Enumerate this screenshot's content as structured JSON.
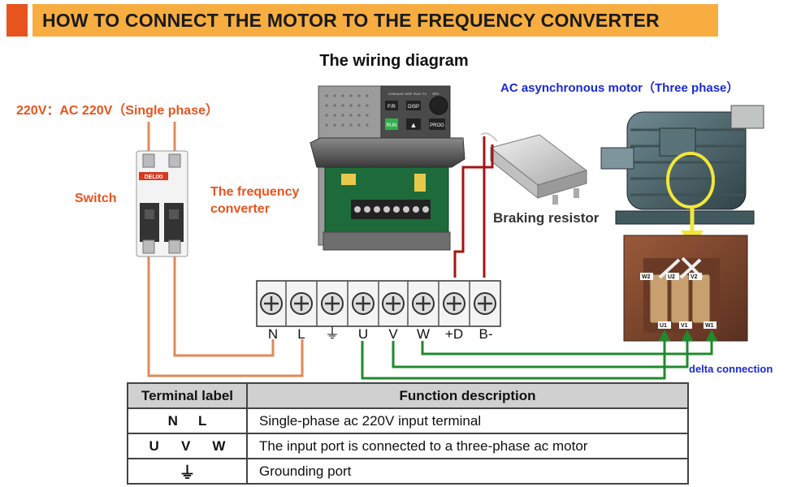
{
  "banner": {
    "title": "HOW TO CONNECT THE MOTOR TO THE FREQUENCY CONVERTER",
    "bar_color": "#f7ad3f",
    "accent_color": "#e8541e"
  },
  "diagram": {
    "title": "The wiring diagram",
    "power_label": "220V：AC 220V（Single phase）",
    "switch_label": "Switch",
    "converter_label_line1": "The frequency",
    "converter_label_line2": "converter",
    "braking_label": "Braking resistor",
    "motor_label": "AC asynchronous motor（Three phase）",
    "delta_label": "delta connection",
    "terminals": [
      "N",
      "L",
      "⏚",
      "U",
      "V",
      "W",
      "+D",
      "B-"
    ],
    "breaker_brand": "DELIXI",
    "converter_buttons": [
      "F/R",
      "DISP",
      "RUN",
      "▲",
      "PROG"
    ],
    "converter_leds": [
      "COM",
      "ALM",
      "DISP",
      "RUN",
      "FV",
      "SPH"
    ],
    "motor_box_terminals_top": [
      "W2",
      "U2",
      "V2"
    ],
    "motor_box_terminals_bottom": [
      "U1",
      "V1",
      "W1"
    ]
  },
  "colors": {
    "orange_label": "#e8541e",
    "blue_label": "#1a2ad6",
    "input_wire": "#e08a5a",
    "motor_wire": "#1f8a2c",
    "resistor_wire": "#a31515"
  },
  "table": {
    "header": [
      "Terminal label",
      "Function description"
    ],
    "rows": [
      {
        "terminals": [
          "N",
          "L"
        ],
        "description": "Single-phase ac 220V input terminal"
      },
      {
        "terminals": [
          "U",
          "V",
          "W"
        ],
        "description": "The input port is connected to a three-phase ac motor"
      },
      {
        "terminals": [
          "⏚"
        ],
        "description": "Grounding port"
      }
    ]
  }
}
